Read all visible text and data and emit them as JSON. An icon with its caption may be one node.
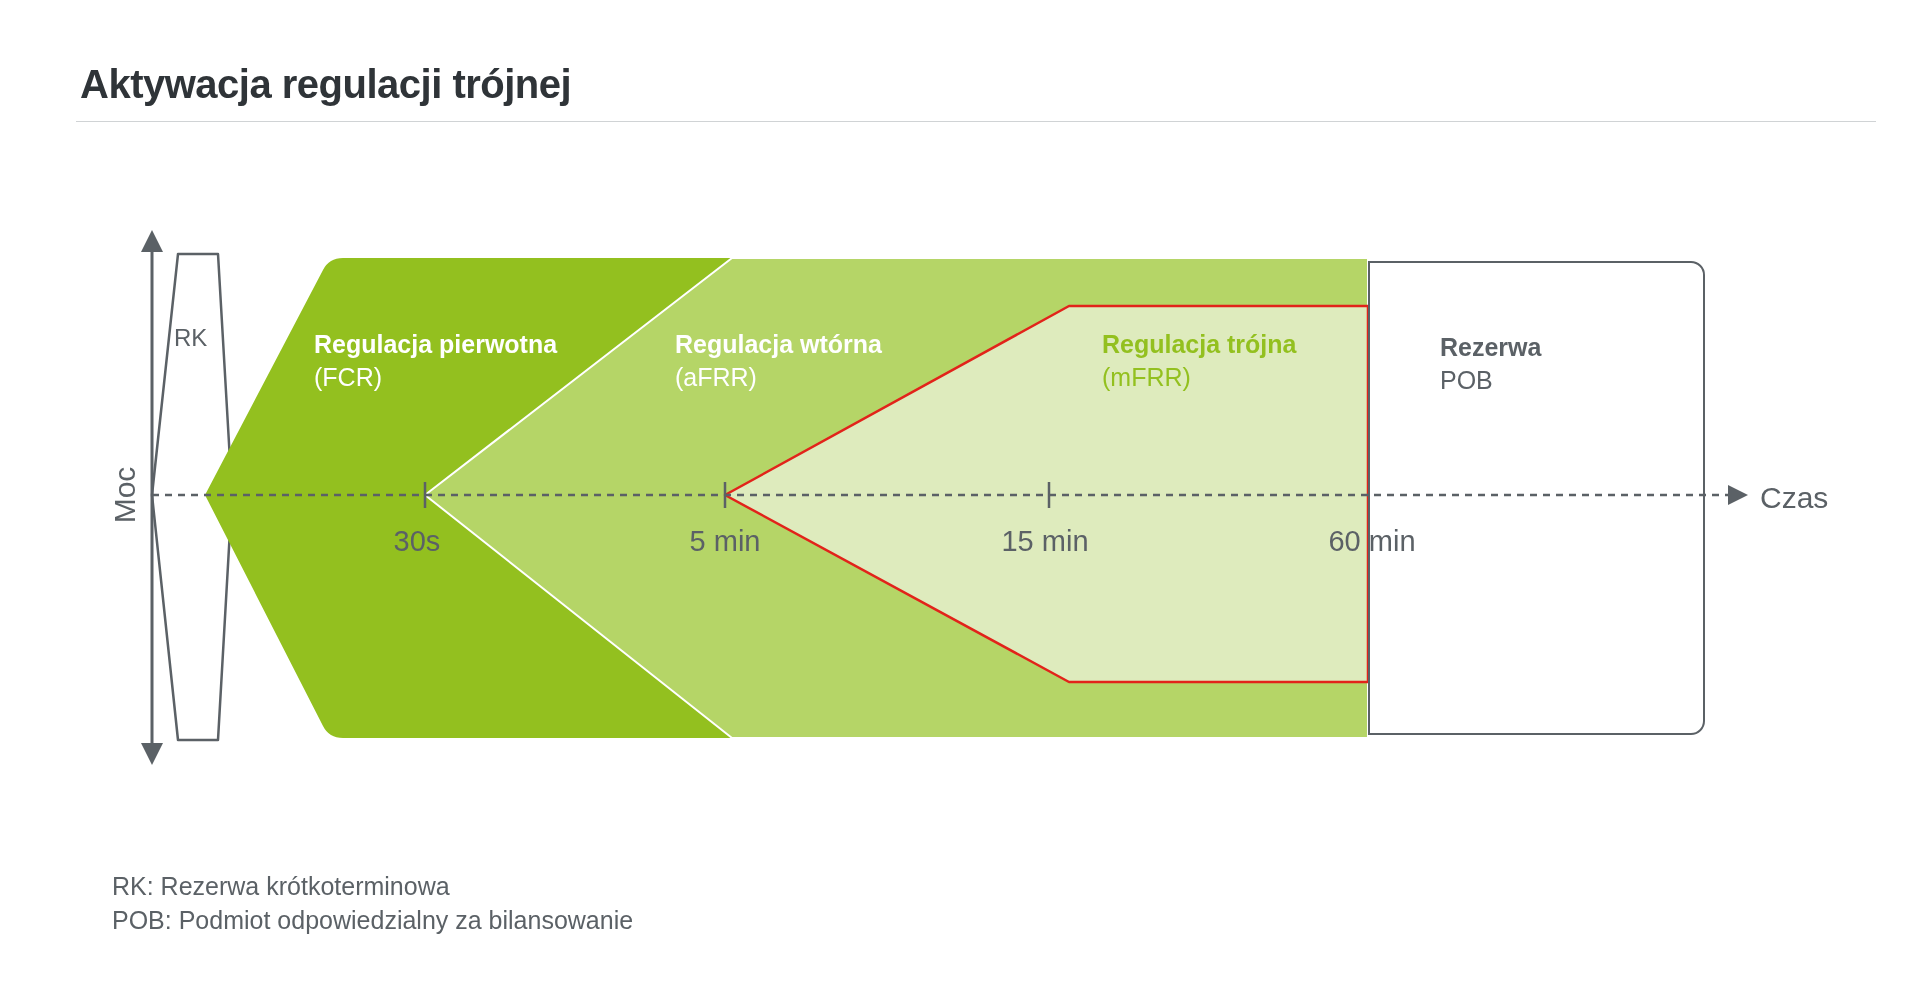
{
  "diagram": {
    "title": "Aktywacja regulacji trójnej",
    "nodes": [
      {
        "text": [
          "RK"
        ]
      },
      {
        "text": [
          "Regulacja pierwotna",
          "(FCR)"
        ]
      },
      {
        "text": [
          "Regulacja wtórna",
          "(aFRR)"
        ]
      },
      {
        "text": [
          "Regulacja trójna",
          "(mFRR)"
        ],
        "in": 2
      },
      {
        "text": [
          "Rezerwa",
          "POB"
        ]
      }
    ],
    "labels": [
      "Moc",
      "30s",
      "5 min",
      "15 min",
      "60 min",
      "Czas",
      "RK: Rezerwa krótkoterminowa",
      "POB: Podmiot odpowiedzialny za bilansowanie"
    ]
  }
}
